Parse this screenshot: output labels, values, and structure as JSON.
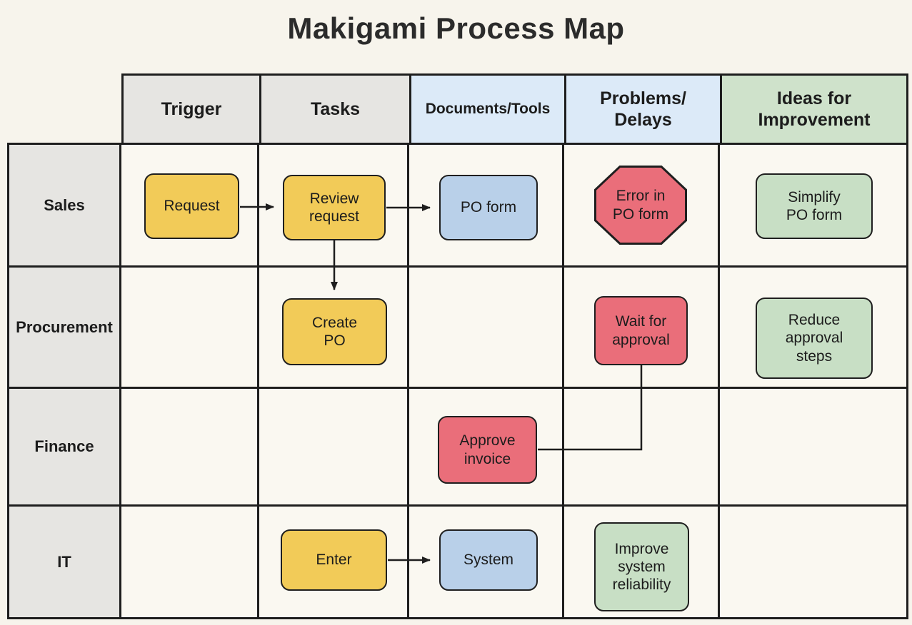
{
  "title": "Makigami Process Map",
  "header": {
    "columns": [
      {
        "label": "Trigger",
        "bg": "#e6e5e2"
      },
      {
        "label": "Tasks",
        "bg": "#e6e5e2"
      },
      {
        "label": "Documents/Tools",
        "bg": "#dceaf8"
      },
      {
        "label": "Problems/\nDelays",
        "bg": "#dceaf8"
      },
      {
        "label": "Ideas for\nImprovement",
        "bg": "#cfe2cb"
      }
    ]
  },
  "rows": [
    {
      "label": "Sales"
    },
    {
      "label": "Procurement"
    },
    {
      "label": "Finance"
    },
    {
      "label": "IT"
    }
  ],
  "nodes": {
    "request": {
      "label": "Request",
      "shape": "rounded-rect",
      "color": "#f2cb58",
      "lane": "Sales",
      "column": "Trigger"
    },
    "review_request": {
      "label": "Review\nrequest",
      "shape": "rounded-rect",
      "color": "#f2cb58",
      "lane": "Sales",
      "column": "Tasks"
    },
    "po_form": {
      "label": "PO form",
      "shape": "rounded-rect",
      "color": "#b9d0e9",
      "lane": "Sales",
      "column": "Documents/Tools"
    },
    "error_po_form": {
      "label": "Error in\nPO form",
      "shape": "octagon",
      "color": "#ea6e7a",
      "lane": "Sales",
      "column": "Problems/Delays"
    },
    "simplify_po_form": {
      "label": "Simplify\nPO form",
      "shape": "rounded-rect",
      "color": "#c8dfc5",
      "lane": "Sales",
      "column": "Ideas for Improvement"
    },
    "create_po": {
      "label": "Create\nPO",
      "shape": "rounded-rect",
      "color": "#f2cb58",
      "lane": "Procurement",
      "column": "Tasks"
    },
    "wait_for_approval": {
      "label": "Wait for\napproval",
      "shape": "rounded-rect",
      "color": "#ea6e7a",
      "lane": "Procurement",
      "column": "Problems/Delays"
    },
    "reduce_approval": {
      "label": "Reduce\napproval\nsteps",
      "shape": "rounded-rect",
      "color": "#c8dfc5",
      "lane": "Procurement",
      "column": "Ideas for Improvement"
    },
    "approve_invoice": {
      "label": "Approve\ninvoice",
      "shape": "rounded-rect",
      "color": "#ea6e7a",
      "lane": "Finance",
      "column": "Documents/Tools"
    },
    "enter": {
      "label": "Enter",
      "shape": "rounded-rect",
      "color": "#f2cb58",
      "lane": "IT",
      "column": "Tasks"
    },
    "system": {
      "label": "System",
      "shape": "rounded-rect",
      "color": "#b9d0e9",
      "lane": "IT",
      "column": "Documents/Tools"
    },
    "improve_system": {
      "label": "Improve\nsystem\nreliability",
      "shape": "rounded-rect",
      "color": "#c8dfc5",
      "lane": "IT",
      "column": "Problems/Delays"
    }
  },
  "connectors": [
    {
      "from": "request",
      "to": "review_request",
      "style": "arrow"
    },
    {
      "from": "review_request",
      "to": "po_form",
      "style": "arrow"
    },
    {
      "from": "review_request",
      "to": "create_po",
      "style": "arrow"
    },
    {
      "from": "enter",
      "to": "system",
      "style": "arrow"
    },
    {
      "from": "wait_for_approval",
      "to": "approve_invoice",
      "style": "elbow-line"
    }
  ],
  "colors": {
    "page_bg": "#f7f4ec",
    "cell_bg": "#faf8f1",
    "grid_line": "#1e1e1e",
    "header_gray": "#e6e5e2",
    "header_blue": "#dceaf8",
    "header_green": "#cfe2cb",
    "task_yellow": "#f2cb58",
    "document_blue": "#b9d0e9",
    "problem_red": "#ea6e7a",
    "idea_green": "#c8dfc5"
  }
}
